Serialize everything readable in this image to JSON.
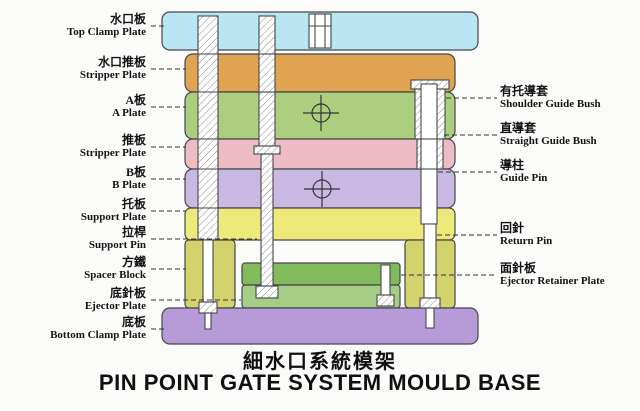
{
  "title": {
    "cn": "細水口系統模架",
    "en": "PIN POINT GATE SYSTEM MOULD BASE"
  },
  "left_labels": [
    {
      "cn": "水口板",
      "en": "Top Clamp Plate"
    },
    {
      "cn": "水口推板",
      "en": "Stripper Plate"
    },
    {
      "cn": "A板",
      "en": "A Plate"
    },
    {
      "cn": "推板",
      "en": "Stripper Plate"
    },
    {
      "cn": "B板",
      "en": "B Plate"
    },
    {
      "cn": "托板",
      "en": "Support Plate"
    },
    {
      "cn": "拉桿",
      "en": "Support Pin"
    },
    {
      "cn": "方鐵",
      "en": "Spacer Block"
    },
    {
      "cn": "底針板",
      "en": "Ejector Plate"
    },
    {
      "cn": "底板",
      "en": "Bottom Clamp Plate"
    }
  ],
  "right_labels": [
    {
      "cn": "有托導套",
      "en": "Shoulder Guide Bush"
    },
    {
      "cn": "直導套",
      "en": "Straight Guide Bush"
    },
    {
      "cn": "導柱",
      "en": "Guide Pin"
    },
    {
      "cn": "回針",
      "en": "Return Pin"
    },
    {
      "cn": "面針板",
      "en": "Ejector Retainer Plate"
    }
  ],
  "colors": {
    "top_clamp": "#b9e6f2",
    "stripper_top": "#e0a351",
    "a_plate": "#abcf7e",
    "stripper_mid": "#eebcc6",
    "b_plate": "#c9b9e2",
    "support_plate": "#efe87b",
    "spacer_block": "#d2d36c",
    "ejector_retainer": "#82bb5c",
    "ejector_plate": "#a6cd85",
    "bottom_clamp": "#b79bd9",
    "outline": "#44464a"
  }
}
